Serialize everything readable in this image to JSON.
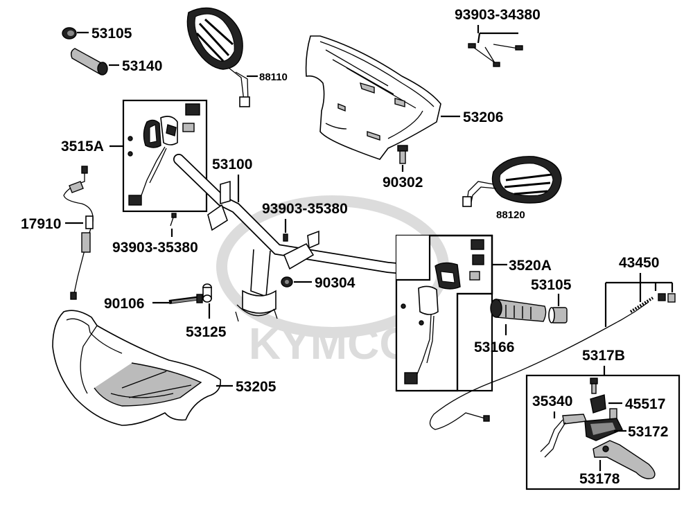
{
  "watermark": {
    "text": "KYMCO"
  },
  "colors": {
    "line": "#000000",
    "watermark": "#d9d9d9",
    "part_fill": "#ffffff",
    "part_shade": "#bbbbbb"
  },
  "labels": {
    "l53105a": "53105",
    "l53140": "53140",
    "l88110": "88110",
    "l9390334380": "93903-34380",
    "l53206": "53206",
    "l3515A": "3515A",
    "l53100": "53100",
    "l90302": "90302",
    "l88120": "88120",
    "l17910": "17910",
    "l9390335380a": "93903-35380",
    "l9390335380b": "93903-35380",
    "l90304": "90304",
    "l3520A": "3520A",
    "l43450": "43450",
    "l53105b": "53105",
    "l90106": "90106",
    "l53125": "53125",
    "l53166": "53166",
    "l5317B": "5317B",
    "l53205": "53205",
    "l35340": "35340",
    "l45517": "45517",
    "l53172": "53172",
    "l53178": "53178"
  }
}
